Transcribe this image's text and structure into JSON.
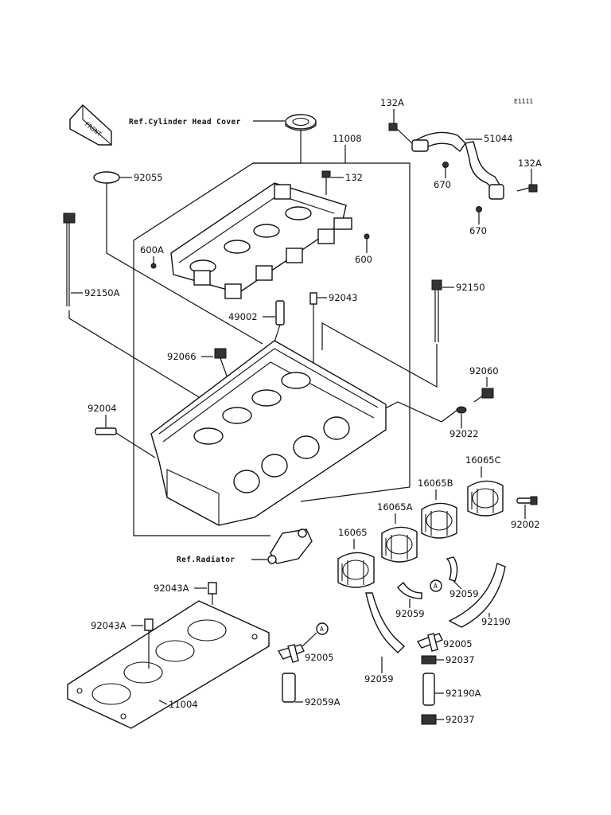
{
  "corner_code": "E1111",
  "front_tag": "FRONT",
  "callout_A": "A",
  "refs": {
    "cylinder_head_cover": "Ref.Cylinder Head Cover",
    "radiator": "Ref.Radiator"
  },
  "parts": {
    "p132A_top": "132A",
    "p51044": "51044",
    "p132A_right": "132A",
    "p670_left": "670",
    "p670_right": "670",
    "p11008": "11008",
    "p132": "132",
    "p92055": "92055",
    "p600A": "600A",
    "p600": "600",
    "p92150A": "92150A",
    "p92043": "92043",
    "p49002": "49002",
    "p92150": "92150",
    "p92066": "92066",
    "p92060": "92060",
    "p92004": "92004",
    "p92022": "92022",
    "p16065C": "16065C",
    "p16065B": "16065B",
    "p16065A": "16065A",
    "p92002": "92002",
    "p16065": "16065",
    "p92059_a": "92059",
    "p92059_b": "92059",
    "p92190": "92190",
    "p92059_c": "92059",
    "p92043A_top": "92043A",
    "p92043A_left": "92043A",
    "p92005_left": "92005",
    "p92005_right": "92005",
    "p92037_top": "92037",
    "p92059A": "92059A",
    "p92190A": "92190A",
    "p92037_bottom": "92037",
    "p11004": "11004"
  }
}
